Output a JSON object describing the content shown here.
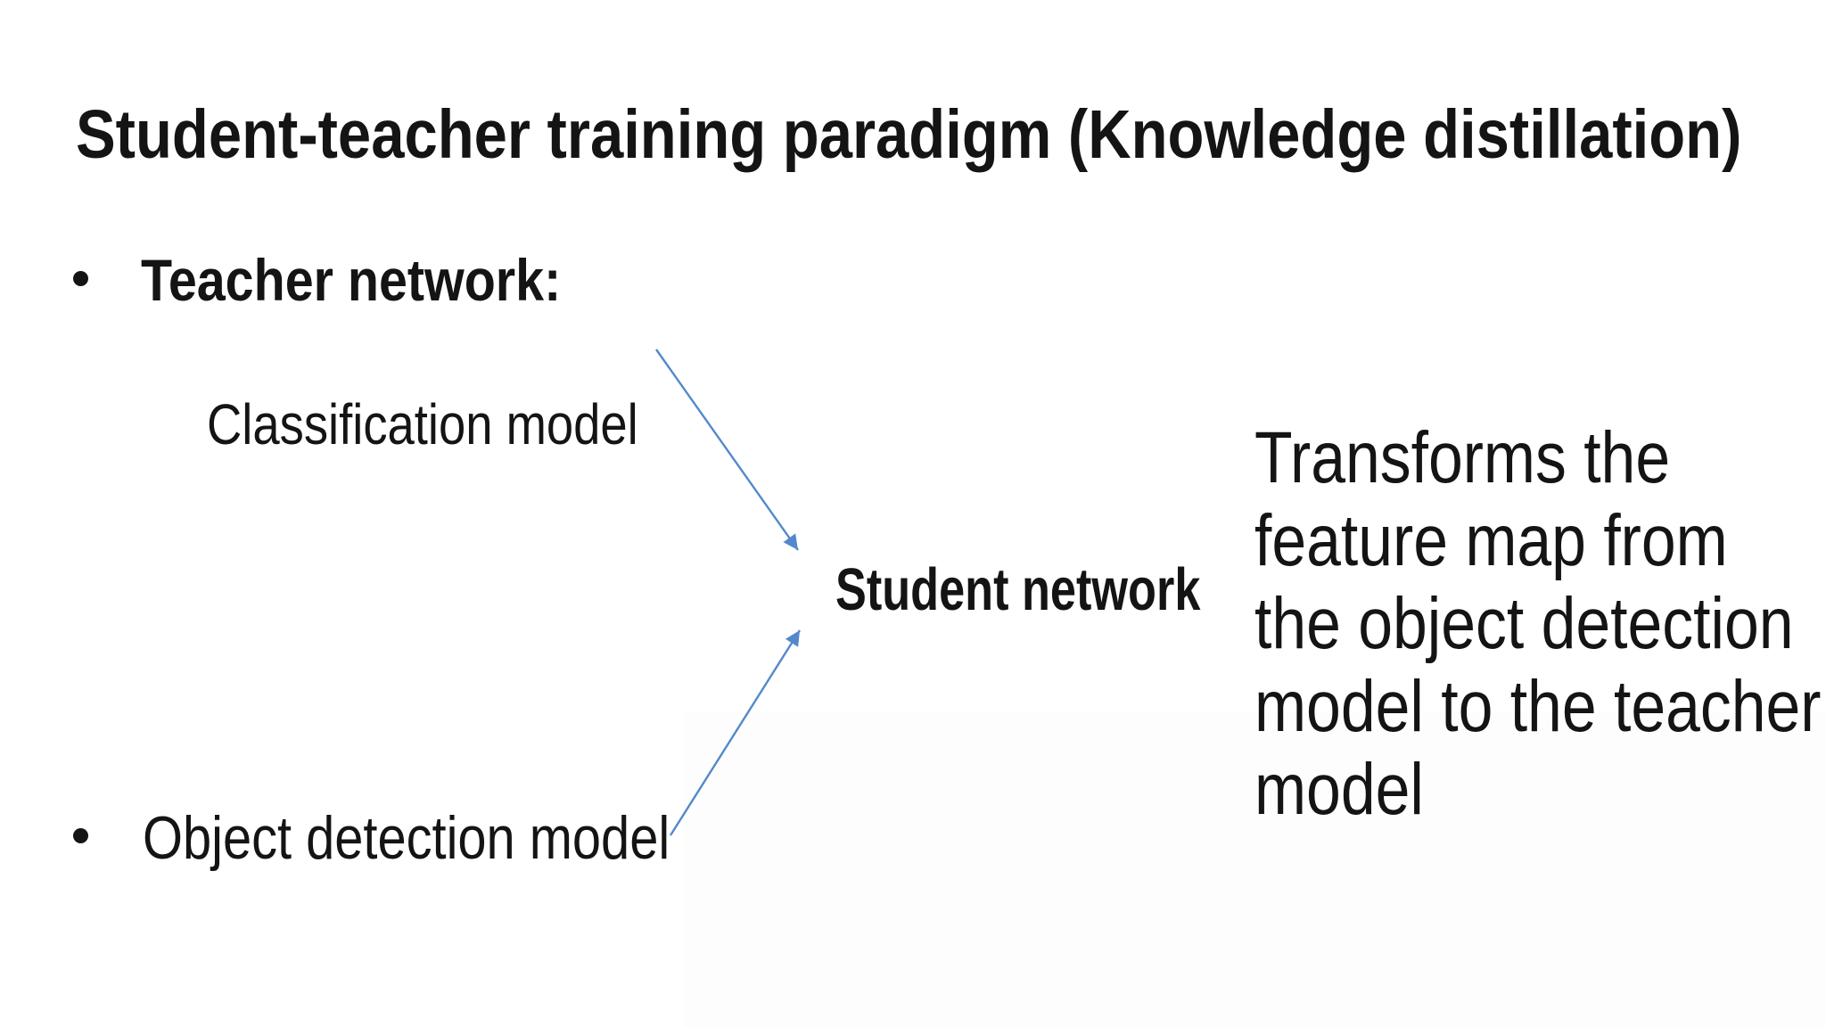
{
  "slide": {
    "title": "Student-teacher training paradigm (Knowledge distillation)",
    "teacher_bullet": {
      "label": "Teacher network:"
    },
    "classification": {
      "label": "Classification model"
    },
    "student": {
      "label": "Student network"
    },
    "object_bullet": {
      "label": "Object detection model"
    },
    "annotation": {
      "text": "Transforms the feature map from the object detection model to the teacher model",
      "lines": [
        "Transforms the",
        "feature map from",
        "the object detection",
        "model to the teacher",
        "model"
      ]
    },
    "colors": {
      "background": "#ffffff",
      "text": "#141414",
      "arrow": "#5488CC",
      "tint": "#fdfdfd"
    }
  }
}
